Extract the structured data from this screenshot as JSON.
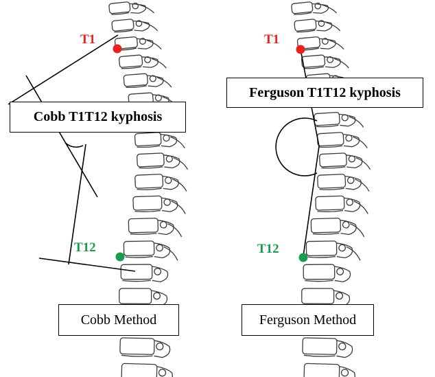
{
  "colors": {
    "t1": "#e8231f",
    "t12": "#1a9b4f",
    "line": "#000000",
    "spine": "#3a3a3a"
  },
  "left_panel": {
    "t1_label": "T1",
    "t12_label": "T12",
    "measure_label": "Cobb T1T12 kyphosis",
    "method_label": "Cobb Method"
  },
  "right_panel": {
    "t1_label": "T1",
    "t12_label": "T12",
    "measure_label": "Ferguson T1T12 kyphosis",
    "method_label": "Ferguson Method"
  }
}
